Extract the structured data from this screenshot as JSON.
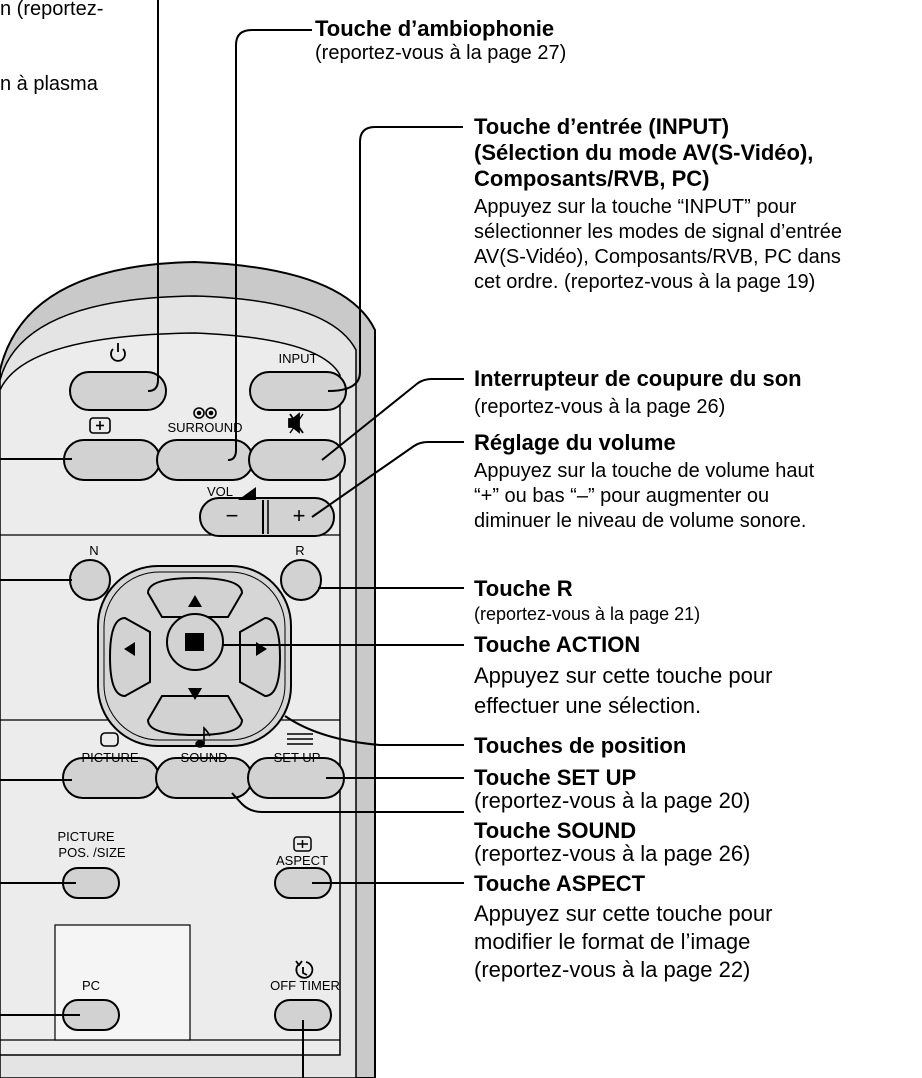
{
  "left_clipped": {
    "line1": "n (reportez-",
    "line2": "n à plasma"
  },
  "remote": {
    "input_label": "INPUT",
    "surround_label": "SURROUND",
    "vol_label": "VOL",
    "vol_minus": "−",
    "vol_plus": "+",
    "n_label": "N",
    "r_label": "R",
    "picture_label": "PICTURE",
    "sound_label": "SOUND",
    "setup_label": "SET UP",
    "picpos_label_1": "PICTURE",
    "picpos_label_2": "POS. /SIZE",
    "aspect_label": "ASPECT",
    "pc_label": "PC",
    "offtimer_label": "OFF TIMER",
    "icons": {
      "power": "power-icon",
      "surround": "surround-icon",
      "mute": "mute-icon",
      "display": "display-icon",
      "picture": "picture-icon",
      "sound": "note-icon",
      "setup": "menu-icon",
      "aspect": "aspect-icon",
      "timer": "timer-icon"
    }
  },
  "callouts": {
    "surround": {
      "title": "Touche d’ambiophonie",
      "ref": "(reportez-vous à la page 27)"
    },
    "input": {
      "title1": "Touche d’entrée (INPUT)",
      "title2": "(Sélection du mode AV(S-Vidéo),",
      "title3": "Composants/RVB, PC)",
      "desc1": "Appuyez sur la touche “INPUT” pour",
      "desc2": "sélectionner les modes de signal d’entrée",
      "desc3": "AV(S-Vidéo), Composants/RVB, PC dans",
      "desc4": "cet ordre. (reportez-vous à la page 19)"
    },
    "mute": {
      "title": "Interrupteur de coupure du son",
      "ref": "(reportez-vous à la page 26)"
    },
    "volume": {
      "title": "Réglage du volume",
      "desc1": "Appuyez sur la touche de volume haut",
      "desc2": "“+” ou bas “–” pour augmenter ou",
      "desc3": "diminuer le niveau de volume sonore."
    },
    "r": {
      "title": "Touche R",
      "ref": "(reportez-vous à la page 21)"
    },
    "action": {
      "title": "Touche ACTION",
      "desc1": "Appuyez sur cette touche pour",
      "desc2": "effectuer une sélection."
    },
    "position": {
      "title": "Touches de position"
    },
    "setup": {
      "title": "Touche SET UP",
      "ref": "(reportez-vous à la page 20)"
    },
    "sound": {
      "title": "Touche SOUND",
      "ref": "(reportez-vous à la page 26)"
    },
    "aspect": {
      "title": "Touche ASPECT",
      "desc1": "Appuyez sur cette touche pour",
      "desc2": "modifier le format de l’image",
      "desc3": "(reportez-vous à la page 22)"
    }
  }
}
